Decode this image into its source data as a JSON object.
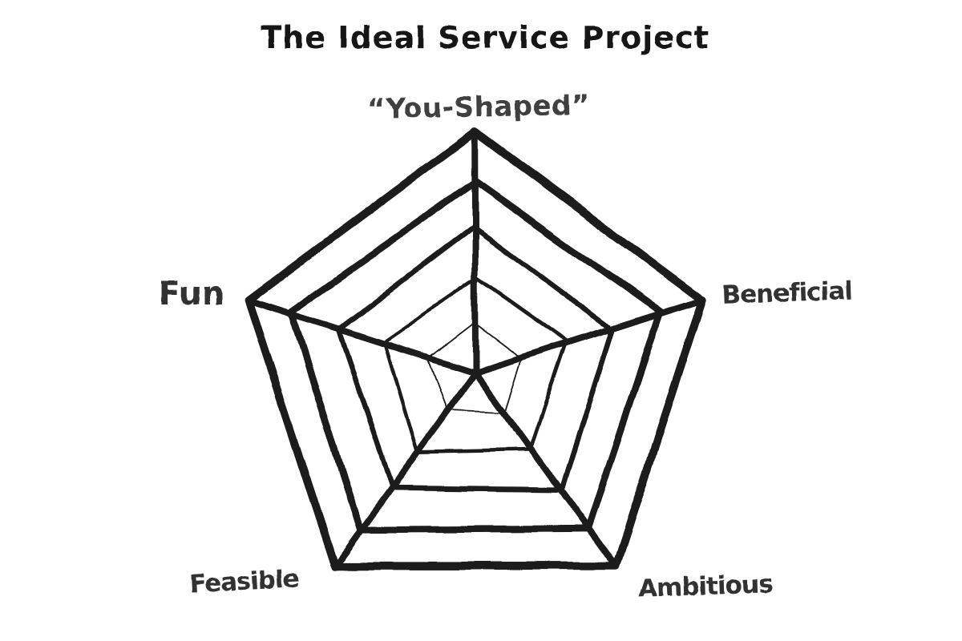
{
  "title": "The Ideal Service Project",
  "colors": {
    "background": "#ffffff",
    "ink": "#1b1b1b",
    "title_ink": "#141414",
    "label_ink": "#303030",
    "subtle_ink": "#3f3f3f"
  },
  "chart_data": {
    "type": "radar",
    "title": "The Ideal Service Project",
    "categories": [
      "You-Shaped",
      "Beneficial",
      "Ambitious",
      "Feasible",
      "Fun"
    ],
    "axis_labels": [
      "“You-Shaped”",
      "Beneficial",
      "Ambitious",
      "Feasible",
      "Fun"
    ],
    "values": [
      5,
      5,
      5,
      5,
      5
    ],
    "levels": 5,
    "max": 5,
    "grid": "concentric-pentagon-web",
    "legend": false,
    "style": "hand-drawn-sketch"
  }
}
